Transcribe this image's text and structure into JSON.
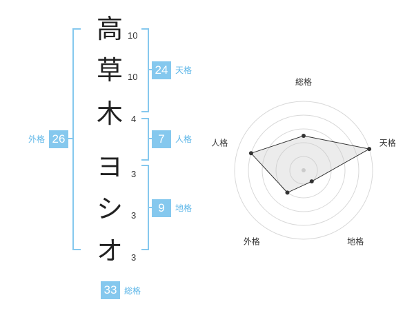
{
  "name": {
    "characters": [
      {
        "char": "高",
        "strokes": "10"
      },
      {
        "char": "草",
        "strokes": "10"
      },
      {
        "char": "木",
        "strokes": "4"
      },
      {
        "char": "ヨ",
        "strokes": "3"
      },
      {
        "char": "シ",
        "strokes": "3"
      },
      {
        "char": "オ",
        "strokes": "3"
      }
    ]
  },
  "fortune": {
    "tenkaku": {
      "value": "24",
      "label": "天格"
    },
    "jinkaku": {
      "value": "7",
      "label": "人格"
    },
    "chikaku": {
      "value": "9",
      "label": "地格"
    },
    "gaikaku": {
      "value": "26",
      "label": "外格"
    },
    "soukaku": {
      "value": "33",
      "label": "総格"
    }
  },
  "colors": {
    "accent": "#85c8ee",
    "accent_text": "#5cb6e8"
  },
  "radar": {
    "axes": [
      {
        "label": "総格",
        "value": 0.5
      },
      {
        "label": "天格",
        "value": 1.0
      },
      {
        "label": "地格",
        "value": 0.2
      },
      {
        "label": "外格",
        "value": 0.4
      },
      {
        "label": "人格",
        "value": 0.8
      }
    ]
  }
}
